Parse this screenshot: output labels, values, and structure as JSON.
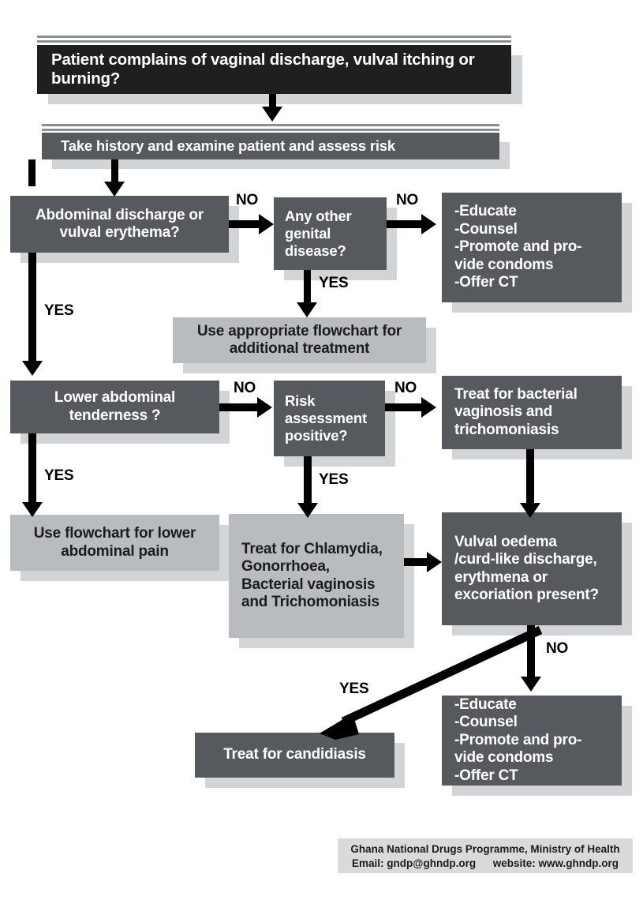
{
  "title": "Vaginal discharge syndrome flowchart",
  "colors": {
    "dark_box": "#565a5e",
    "black_box": "#1f1f1f",
    "light_box": "#b9bcbe",
    "footer_bg": "#d8dadb",
    "connector": "#000000",
    "curl_shadow": "#d2d4d6"
  },
  "nodes": {
    "start": {
      "text": "Patient complains of vaginal discharge, vulval itching or burning?",
      "style": "black"
    },
    "take_history": {
      "text": "Take history and examine patient and assess risk",
      "style": "dark"
    },
    "abdominal_discharge": {
      "text": "Abdominal discharge or vulval erythema?",
      "style": "dark"
    },
    "any_other_genital": {
      "text": "Any other genital disease?",
      "style": "dark"
    },
    "educate_top": {
      "lines": [
        "-Educate",
        "-Counsel",
        "-Promote and pro-",
        "vide condoms",
        "-Offer CT"
      ],
      "style": "dark"
    },
    "use_appropriate_flowchart": {
      "text": "Use appropriate flowchart for additional treatment",
      "style": "light"
    },
    "lower_abdominal_tenderness": {
      "text": "Lower abdominal tenderness ?",
      "style": "dark"
    },
    "risk_assessment": {
      "text": "Risk assessment positive?",
      "style": "dark"
    },
    "treat_bacterial": {
      "text": "Treat for bacterial vaginosis and trichomoniasis",
      "style": "dark"
    },
    "use_flowchart_lower_pain": {
      "text": "Use flowchart for lower abdominal pain",
      "style": "light"
    },
    "treat_chlamydia": {
      "lines": [
        "Treat for Chlamydia,",
        "Gonorrhoea,",
        "Bacterial vaginosis",
        "and Trichomoniasis"
      ],
      "style": "light"
    },
    "vulval_oedema": {
      "lines": [
        "Vulval oedema",
        "/curd-like discharge,",
        "erythmena or",
        "excoriation present?"
      ],
      "style": "dark"
    },
    "educate_bottom": {
      "lines": [
        "-Educate",
        "-Counsel",
        "-Promote and pro-",
        "vide condoms",
        "-Offer CT"
      ],
      "style": "dark"
    },
    "treat_candidiasis": {
      "text": "Treat for candidiasis",
      "style": "dark"
    }
  },
  "edge_labels": {
    "no_1": "NO",
    "no_2": "NO",
    "yes_1": "YES",
    "yes_2": "YES",
    "no_3": "NO",
    "no_4": "NO",
    "yes_3": "YES",
    "yes_4": "YES",
    "yes_5": "YES",
    "no_5": "NO"
  },
  "footer": {
    "line1": "Ghana National Drugs Programme, Ministry of Health",
    "email_label": "Email:",
    "email": "gndp@ghndp.org",
    "website_label": "website:",
    "website": "www.ghndp.org"
  }
}
